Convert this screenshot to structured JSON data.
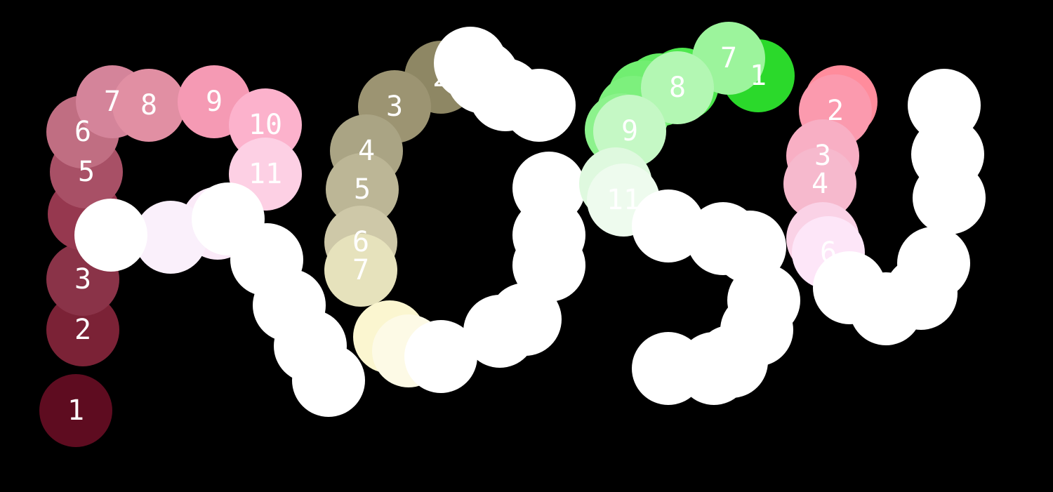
{
  "strokes": [
    {
      "letter": "R",
      "dots": [
        {
          "label": "1",
          "color": "#5e0c20"
        },
        {
          "label": "2",
          "color": "#7b2236"
        },
        {
          "label": "3",
          "color": "#8a3348"
        },
        {
          "label": "",
          "color": "#96384f"
        },
        {
          "label": "5",
          "color": "#a85066"
        },
        {
          "label": "6",
          "color": "#c06e82"
        },
        {
          "label": "7",
          "color": "#d4849a"
        },
        {
          "label": "8",
          "color": "#e18fa3"
        },
        {
          "label": "9",
          "color": "#f59ab4"
        },
        {
          "label": "10",
          "color": "#fcb2cc"
        },
        {
          "label": "11",
          "color": "#fdd0e4"
        },
        {
          "label": "",
          "color": "#fbeaf8"
        },
        {
          "label": "",
          "color": "#faf0fb"
        },
        {
          "label": "",
          "color": "#ffffff"
        },
        {
          "label": "",
          "color": "#ffffff"
        },
        {
          "label": "",
          "color": "#ffffff"
        },
        {
          "label": "",
          "color": "#ffffff"
        },
        {
          "label": "",
          "color": "#ffffff"
        },
        {
          "label": "",
          "color": "#ffffff"
        }
      ]
    },
    {
      "letter": "O",
      "dots": [
        {
          "label": "",
          "color": "#8a8460"
        },
        {
          "label": "2",
          "color": "#8e8764"
        },
        {
          "label": "3",
          "color": "#9c9472"
        },
        {
          "label": "4",
          "color": "#aaa484"
        },
        {
          "label": "5",
          "color": "#bcb696"
        },
        {
          "label": "6",
          "color": "#cec8a8"
        },
        {
          "label": "7",
          "color": "#e6e2bc"
        },
        {
          "label": "",
          "color": "#fbf6d0"
        },
        {
          "label": "",
          "color": "#fdfae6"
        },
        {
          "label": "",
          "color": "#ffffff"
        },
        {
          "label": "",
          "color": "#ffffff"
        },
        {
          "label": "",
          "color": "#ffffff"
        },
        {
          "label": "",
          "color": "#ffffff"
        },
        {
          "label": "",
          "color": "#ffffff"
        },
        {
          "label": "",
          "color": "#ffffff"
        },
        {
          "label": "",
          "color": "#ffffff"
        },
        {
          "label": "",
          "color": "#ffffff"
        },
        {
          "label": "",
          "color": "#ffffff"
        },
        {
          "label": "",
          "color": "#ffffff"
        }
      ]
    },
    {
      "letter": "S",
      "dots": [
        {
          "label": "1",
          "color": "#2bd92b"
        },
        {
          "label": "",
          "color": "#4ee84e"
        },
        {
          "label": "",
          "color": "#63ec63"
        },
        {
          "label": "",
          "color": "#71ee71"
        },
        {
          "label": "",
          "color": "#7df07d"
        },
        {
          "label": "",
          "color": "#8cf28c"
        },
        {
          "label": "7",
          "color": "#9cf49c"
        },
        {
          "label": "8",
          "color": "#b3f7b3"
        },
        {
          "label": "9",
          "color": "#c5f8c5"
        },
        {
          "label": "",
          "color": "#dff9df"
        },
        {
          "label": "11",
          "color": "#eefbee"
        },
        {
          "label": "",
          "color": "#ffffff"
        },
        {
          "label": "",
          "color": "#ffffff"
        },
        {
          "label": "",
          "color": "#ffffff"
        },
        {
          "label": "",
          "color": "#ffffff"
        },
        {
          "label": "",
          "color": "#ffffff"
        },
        {
          "label": "",
          "color": "#ffffff"
        },
        {
          "label": "",
          "color": "#ffffff"
        },
        {
          "label": "",
          "color": "#ffffff"
        }
      ]
    },
    {
      "letter": "U",
      "dots": [
        {
          "label": "",
          "color": "#ff8c9c"
        },
        {
          "label": "2",
          "color": "#fb9aae"
        },
        {
          "label": "3",
          "color": "#f8afc4"
        },
        {
          "label": "4",
          "color": "#f6b9cd"
        },
        {
          "label": "",
          "color": "#fad2e6"
        },
        {
          "label": "6",
          "color": "#fde6f8"
        },
        {
          "label": "",
          "color": "#ffffff"
        },
        {
          "label": "",
          "color": "#ffffff"
        },
        {
          "label": "",
          "color": "#ffffff"
        },
        {
          "label": "",
          "color": "#ffffff"
        },
        {
          "label": "",
          "color": "#ffffff"
        },
        {
          "label": "",
          "color": "#ffffff"
        },
        {
          "label": "",
          "color": "#ffffff"
        }
      ]
    }
  ]
}
